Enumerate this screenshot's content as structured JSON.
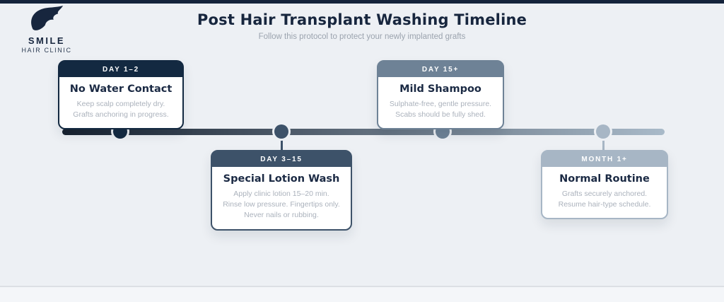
{
  "page": {
    "background": "#edf0f4",
    "topbar_color": "#14233b"
  },
  "logo": {
    "name": "SMILE",
    "subname": "HAIR CLINIC",
    "icon_color": "#17263e"
  },
  "header": {
    "title": "Post Hair Transplant Washing Timeline",
    "subtitle": "Follow this protocol to protect your newly implanted grafts"
  },
  "timeline": {
    "gradient_start": "#16202e",
    "gradient_end": "#a9bac9",
    "milestones": [
      {
        "label": "DAY 1–2",
        "title": "No Water Contact",
        "lines": [
          "Keep scalp completely dry.",
          "Grafts anchoring in progress."
        ],
        "accent": "#132941",
        "position": "above"
      },
      {
        "label": "DAY 3–15",
        "title": "Special Lotion Wash",
        "lines": [
          "Apply clinic lotion 15–20 min.",
          "Rinse low pressure. Fingertips only.",
          "Never nails or rubbing."
        ],
        "accent": "#3d5269",
        "position": "below"
      },
      {
        "label": "DAY 15+",
        "title": "Mild Shampoo",
        "lines": [
          "Sulphate-free, gentle pressure.",
          "Scabs should be fully shed."
        ],
        "accent": "#6e8296",
        "position": "above"
      },
      {
        "label": "MONTH 1+",
        "title": "Normal Routine",
        "lines": [
          "Grafts securely anchored.",
          "Resume hair-type schedule."
        ],
        "accent": "#a7b6c5",
        "position": "below"
      }
    ]
  }
}
